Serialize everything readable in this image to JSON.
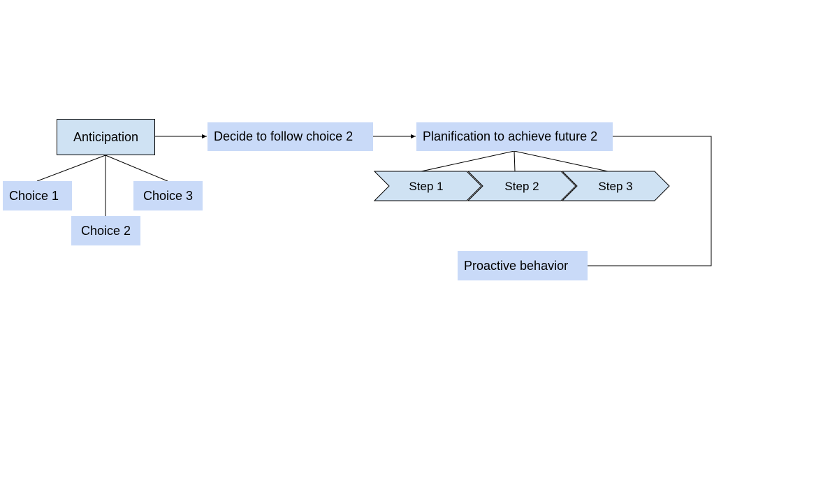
{
  "diagram": {
    "nodes": {
      "anticipation": "Anticipation",
      "choice1": "Choice 1",
      "choice2": "Choice 2",
      "choice3": "Choice 3",
      "decide": "Decide to follow choice 2",
      "planification": "Planification to achieve future 2",
      "proactive": "Proactive behavior"
    },
    "steps": [
      "Step 1",
      "Step 2",
      "Step 3"
    ]
  },
  "colors": {
    "box_fill": "#c9daf8",
    "bordered_box_fill": "#cfe2f3",
    "step_fill": "#cfe2f3",
    "line": "#000000"
  }
}
